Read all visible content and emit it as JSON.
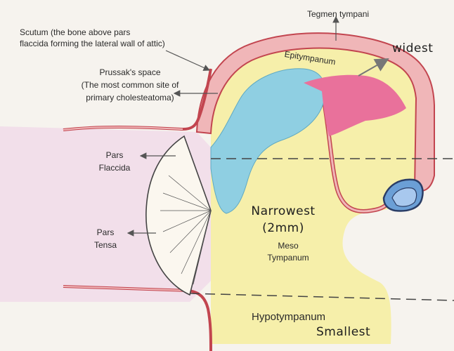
{
  "labels": {
    "tegmen": "Tegmen tympani",
    "scutum_line1": "Scutum (the bone above pars",
    "scutum_line2": "flaccida forming the lateral wall of attic)",
    "prussak_line1": "Prussak's space",
    "prussak_line2": "(The most common site of",
    "prussak_line3": "primary cholesteatoma)",
    "flaccida_line1": "Pars",
    "flaccida_line2": "Flaccida",
    "tensa_line1": "Pars",
    "tensa_line2": "Tensa",
    "epitympanum": "Epitympanum",
    "widest": "widest",
    "narrowest_line1": "Narrowest",
    "narrowest_line2": "(2mm)",
    "meso_line1": "Meso",
    "meso_line2": "Tympanum",
    "hypotympanum": "Hypotympanum",
    "smallest": "Smallest"
  },
  "colors": {
    "paper": "#f6f3ee",
    "bone_outline": "#c2454f",
    "bone_fill": "#f0b6b8",
    "cavity": "#f6efaa",
    "ossicle_blue": "#8fcfe2",
    "ossicle_pink": "#e9719b",
    "canal_pink": "#efcde8",
    "arrow": "#555555"
  }
}
